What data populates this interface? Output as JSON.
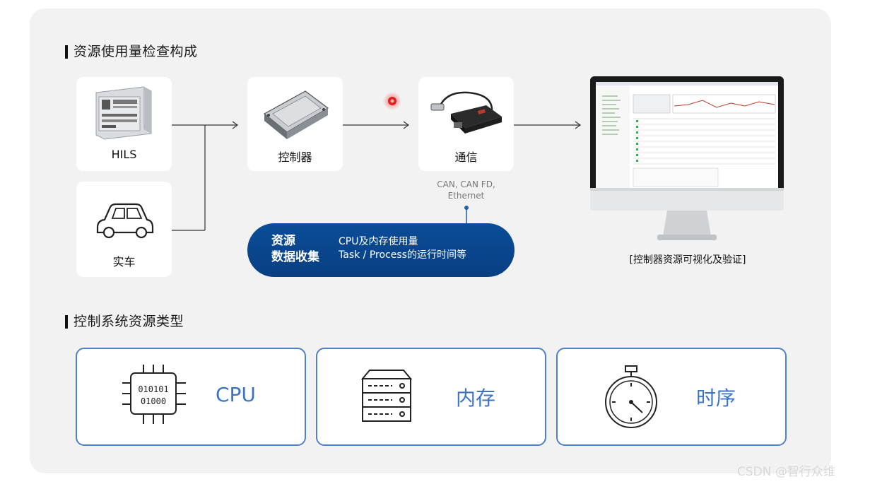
{
  "section1_title": "资源使用量检查构成",
  "section2_title": "控制系统资源类型",
  "nodes": {
    "hils": "HILS",
    "car": "实车",
    "controller": "控制器",
    "comm": "通信",
    "comm_protocols_line1": "CAN, CAN FD,",
    "comm_protocols_line2": "Ethernet"
  },
  "collection": {
    "title_line1": "资源",
    "title_line2": "数据收集",
    "desc_line1": "CPU及内存使用量",
    "desc_line2": "Task / Process的运行时间等"
  },
  "monitor_caption": "[控制器资源可视化及验证]",
  "resources": {
    "cpu": "CPU",
    "memory": "内存",
    "timing": "时序",
    "cpu_chip_line1": "010101",
    "cpu_chip_line2": "01000"
  },
  "watermark": "CSDN @智行众维",
  "colors": {
    "accent_blue": "#3b73c8",
    "pill_blue": "#0b4d99",
    "indicator_red": "#e02020"
  }
}
